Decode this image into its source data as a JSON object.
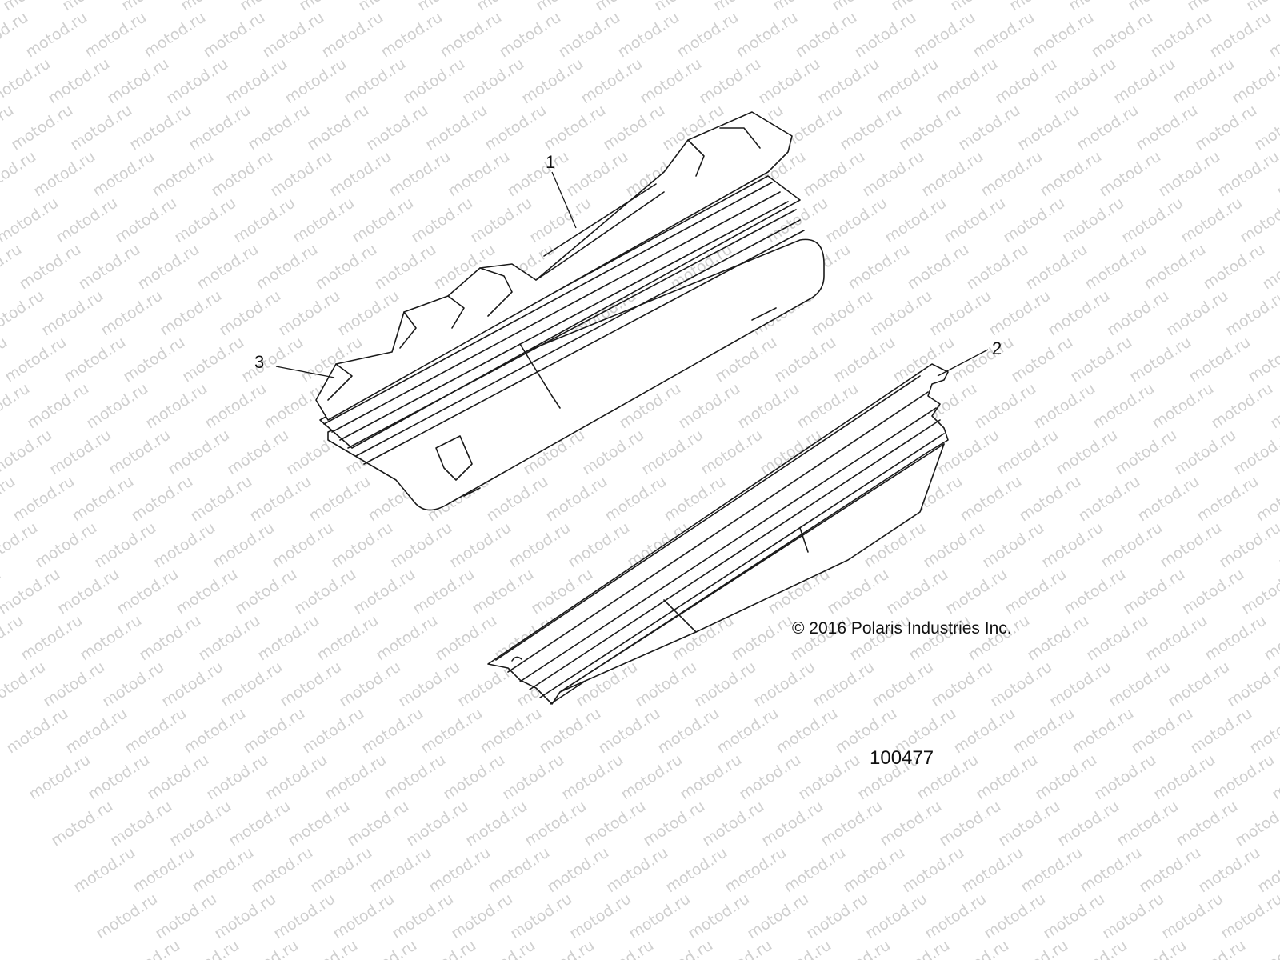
{
  "watermark": {
    "text": "motod.ru"
  },
  "callouts": [
    {
      "id": "1",
      "label": "1"
    },
    {
      "id": "2",
      "label": "2"
    },
    {
      "id": "3",
      "label": "3"
    }
  ],
  "copyright": "© 2016 Polaris Industries Inc.",
  "figure_number": "100477"
}
